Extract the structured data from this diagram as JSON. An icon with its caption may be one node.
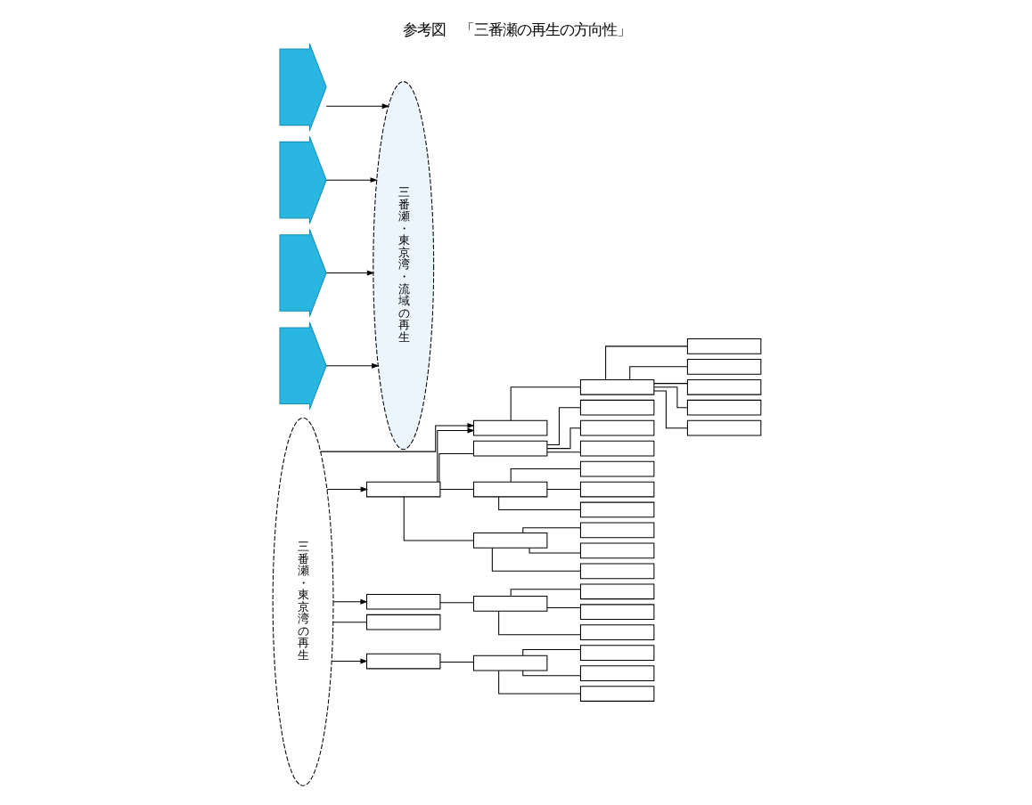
{
  "diagram": {
    "title": "参考図　「三番瀬の再生の方向性」",
    "nodes": [
      {
        "text": [
          "三番瀬・東京湾の再生"
        ]
      },
      {
        "text": [],
        "shape": "box"
      },
      {
        "text": [],
        "shape": "box"
      },
      {
        "text": [],
        "shape": "box"
      },
      {
        "text": [],
        "shape": "box"
      },
      {
        "text": [],
        "shape": "box"
      },
      {
        "text": [],
        "shape": "box"
      },
      {
        "text": [],
        "shape": "box"
      },
      {
        "text": [],
        "shape": "box"
      },
      {
        "text": [],
        "shape": "box"
      },
      {
        "text": [],
        "shape": "box"
      },
      {
        "text": [],
        "shape": "box"
      },
      {
        "text": [],
        "shape": "box"
      },
      {
        "text": [],
        "shape": "box"
      },
      {
        "text": [],
        "shape": "box"
      },
      {
        "text": [],
        "shape": "box"
      },
      {
        "text": [],
        "shape": "box"
      },
      {
        "text": [],
        "shape": "box"
      },
      {
        "text": [],
        "shape": "box"
      },
      {
        "text": [],
        "shape": "box"
      },
      {
        "text": [],
        "shape": "box"
      },
      {
        "text": [],
        "shape": "box"
      },
      {
        "text": [],
        "shape": "box"
      },
      {
        "text": [],
        "shape": "box"
      },
      {
        "text": [],
        "shape": "box"
      },
      {
        "text": [],
        "shape": "box"
      },
      {
        "text": [],
        "shape": "box"
      },
      {
        "text": [],
        "shape": "box"
      },
      {
        "text": [],
        "shape": "box"
      },
      {
        "text": [],
        "shape": "box"
      },
      {
        "text": [],
        "shape": "box"
      },
      {
        "text": [],
        "shape": "box"
      },
      {
        "text": [],
        "shape": "bar"
      },
      {
        "text": [],
        "shape": "bar"
      },
      {
        "text": [],
        "shape": "bar"
      },
      {
        "text": [],
        "shape": "bar"
      },
      {
        "text": [
          "三番瀬・東京湾・流域の再生"
        ]
      }
    ],
    "edges": [
      {
        "from": 0,
        "to": 1,
        "arrow": "to"
      },
      {
        "from": 0,
        "to": 2,
        "arrow": "to"
      },
      {
        "from": 0,
        "to": 3,
        "arrow": "to"
      },
      {
        "from": 0,
        "to": 4,
        "arrow": "none"
      },
      {
        "from": 0,
        "to": 5,
        "arrow": "to"
      },
      {
        "from": 1,
        "to": 2,
        "arrow": "to"
      },
      {
        "from": 1,
        "to": 6,
        "arrow": "none"
      },
      {
        "from": 1,
        "to": 7,
        "arrow": "none"
      },
      {
        "from": 1,
        "to": 8,
        "arrow": "none"
      },
      {
        "from": 2,
        "to": 9,
        "arrow": "none"
      },
      {
        "from": 3,
        "to": 10,
        "arrow": "none"
      },
      {
        "from": 5,
        "to": 11,
        "arrow": "none"
      },
      {
        "from": 6,
        "to": 12,
        "arrow": "none"
      },
      {
        "from": 6,
        "to": 13,
        "arrow": "none"
      },
      {
        "from": 6,
        "to": 14,
        "arrow": "none"
      },
      {
        "from": 7,
        "to": 15,
        "arrow": "none"
      },
      {
        "from": 7,
        "to": 16,
        "arrow": "none"
      },
      {
        "from": 7,
        "to": 17,
        "arrow": "none"
      },
      {
        "from": 8,
        "to": 18,
        "arrow": "none"
      },
      {
        "from": 8,
        "to": 19,
        "arrow": "none"
      },
      {
        "from": 8,
        "to": 20,
        "arrow": "none"
      },
      {
        "from": 9,
        "to": 21,
        "arrow": "none"
      },
      {
        "from": 9,
        "to": 22,
        "arrow": "none"
      },
      {
        "from": 9,
        "to": 23,
        "arrow": "none"
      },
      {
        "from": 9,
        "to": 24,
        "arrow": "none"
      },
      {
        "from": 9,
        "to": 25,
        "arrow": "none"
      },
      {
        "from": 10,
        "to": 26,
        "arrow": "none"
      },
      {
        "from": 10,
        "to": 27,
        "arrow": "none"
      },
      {
        "from": 10,
        "to": 28,
        "arrow": "none"
      },
      {
        "from": 11,
        "to": 29,
        "arrow": "none"
      },
      {
        "from": 11,
        "to": 30,
        "arrow": "none"
      },
      {
        "from": 11,
        "to": 31,
        "arrow": "none"
      },
      {
        "from": 32,
        "to": 36,
        "arrow": "to"
      },
      {
        "from": 33,
        "to": 36,
        "arrow": "to"
      },
      {
        "from": 34,
        "to": 36,
        "arrow": "to"
      },
      {
        "from": 35,
        "to": 36,
        "arrow": "to"
      }
    ]
  }
}
